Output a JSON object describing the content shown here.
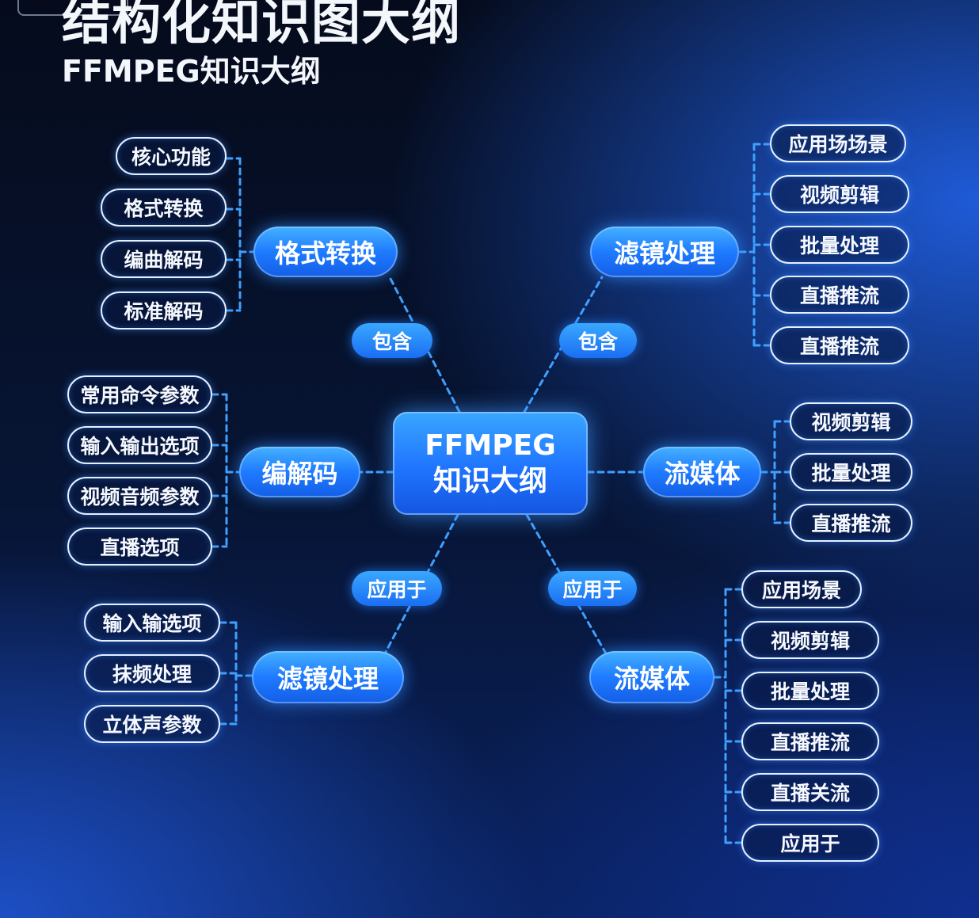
{
  "title": "结构化知识图大纲",
  "subtitle": "FFMPEG知识大纲",
  "center": {
    "line1": "FFMPEG",
    "line2": "知识大纲"
  },
  "branches": {
    "top_left": {
      "label": "格式转换",
      "relation": "包含",
      "leaves": [
        "核心功能",
        "格式转换",
        "编曲解码",
        "标准解码"
      ]
    },
    "top_right": {
      "label": "滤镜处理",
      "relation": "包含",
      "leaves": [
        "应用场场景",
        "视频剪辑",
        "批量处理",
        "直播推流",
        "直播推流"
      ]
    },
    "mid_left": {
      "label": "编解码",
      "leaves": [
        "常用命令参数",
        "输入输出选项",
        "视频音频参数",
        "直播选项"
      ]
    },
    "mid_right": {
      "label": "流媒体",
      "leaves": [
        "视频剪辑",
        "批量处理",
        "直播推流"
      ]
    },
    "bot_left": {
      "label": "滤镜处理",
      "relation": "应用于",
      "leaves": [
        "输入输选项",
        "抹频处理",
        "立体声参数"
      ]
    },
    "bot_right": {
      "label": "流媒体",
      "relation": "应用于",
      "leaves": [
        "应用场景",
        "视频剪辑",
        "批量处理",
        "直播推流",
        "直播关流",
        "应用于"
      ]
    }
  },
  "colors": {
    "accent": "#1f74ff",
    "link": "#3fa0ff",
    "background": "#071535"
  }
}
